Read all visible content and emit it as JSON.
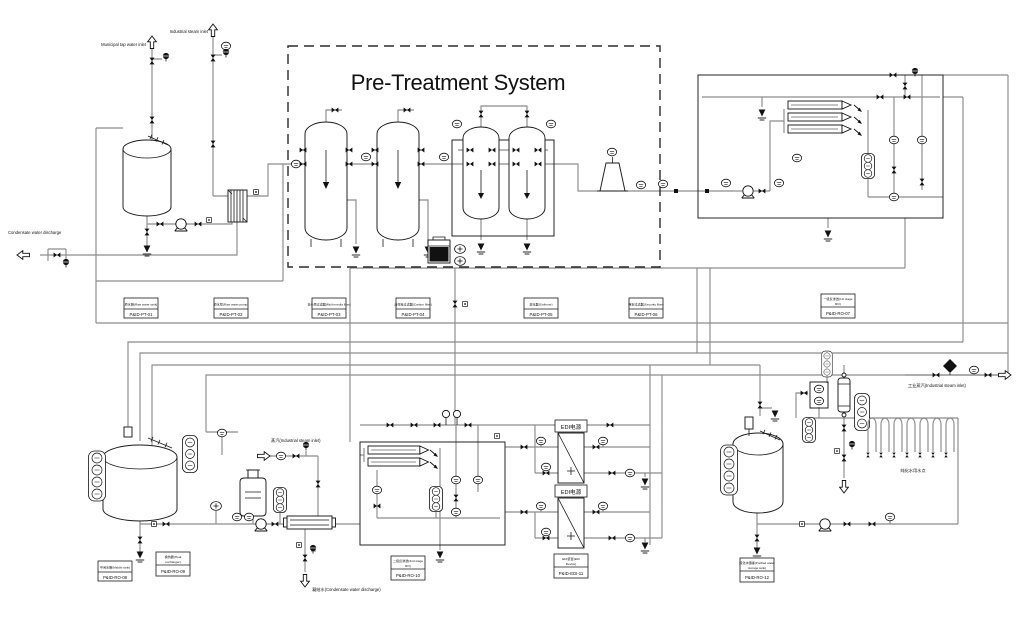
{
  "title": "Pre-Treatment System",
  "colors": {
    "pipe": "#8c8c8c",
    "ink": "#1a1a1a",
    "background": "#ffffff"
  },
  "streams": {
    "municipal_inlet": "Municipal tap water inlet",
    "steam_inlet_top": "Industrial steam inlet",
    "condensate_left": "Condensate water discharge",
    "steam_inlet_mid": "蒸汽(Industrial steam inlet)",
    "condensate_mid": "凝结水(Condensate water discharge)",
    "steam_inlet_right": "工业蒸汽(Industrial steam inlet)",
    "points_of_use": "纯化水用水点",
    "edi_power_1": "EDI电源",
    "edi_power_2": "EDI电源"
  },
  "tags": [
    [
      "原水箱(Raw water tank)",
      "P&ID-PT-01"
    ],
    [
      "原水泵(Raw water pump)",
      "P&ID-PT-02"
    ],
    [
      "多介质过滤器(Multi-media filter)",
      "P&ID-PT-03"
    ],
    [
      "活性炭过滤器(Carbon filter)",
      "P&ID-PT-04"
    ],
    [
      "软化器(Softener)",
      "P&ID-PT-05"
    ],
    [
      "保安过滤器(Security filter)",
      "P&ID-PT-06"
    ],
    [
      "一级反渗透(1st stage",
      "RO)",
      "P&ID-RO-07"
    ],
    [
      "中间水箱(Middle tank)",
      "P&ID-RO-08"
    ],
    [
      "换热器(Heat",
      "exchanger)",
      "P&ID-RO-09"
    ],
    [
      "二级反渗透(2nd stage",
      "RO)",
      "P&ID-RO-10"
    ],
    [
      "EDI装置(EDI",
      "Device)",
      "P&ID-EDI-11"
    ],
    [
      "纯化水储罐(Purified water",
      "storage tank)",
      "P&ID-RO-12"
    ]
  ]
}
